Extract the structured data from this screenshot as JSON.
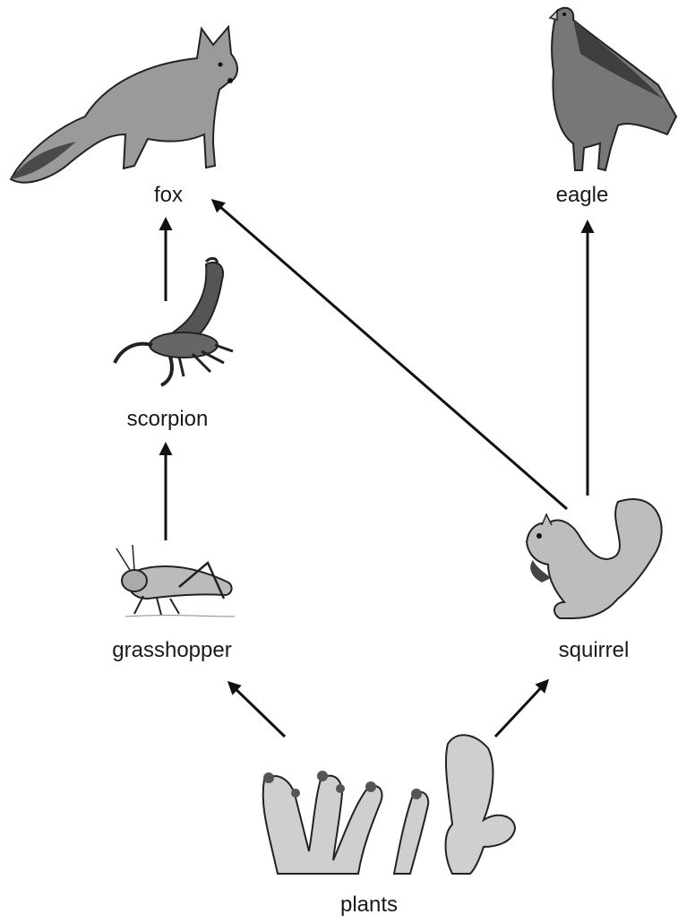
{
  "nodes": {
    "fox": {
      "label": "fox",
      "icon": "fox-icon"
    },
    "eagle": {
      "label": "eagle",
      "icon": "eagle-icon"
    },
    "scorpion": {
      "label": "scorpion",
      "icon": "scorpion-icon"
    },
    "grasshopper": {
      "label": "grasshopper",
      "icon": "grasshopper-icon"
    },
    "squirrel": {
      "label": "squirrel",
      "icon": "squirrel-icon"
    },
    "plants": {
      "label": "plants",
      "icon": "cactus-icon"
    }
  },
  "edges": [
    {
      "from": "plants",
      "to": "grasshopper"
    },
    {
      "from": "plants",
      "to": "squirrel"
    },
    {
      "from": "grasshopper",
      "to": "scorpion"
    },
    {
      "from": "scorpion",
      "to": "fox"
    },
    {
      "from": "squirrel",
      "to": "fox"
    },
    {
      "from": "squirrel",
      "to": "eagle"
    }
  ],
  "colors": {
    "line": "#111111",
    "illustration_fill": "#9a9a9a",
    "illustration_dark": "#4a4a4a"
  }
}
